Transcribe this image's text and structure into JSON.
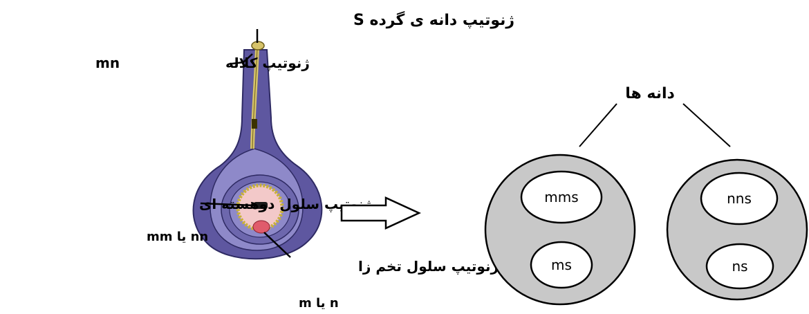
{
  "labels": {
    "pollen_genotype": "ژنوتیپ دانه ی گرده S",
    "stigma_genotype": "ژنوتیپ کلاله",
    "stigma_value": "mn",
    "binucleate_cell_genotype": "ژنوتیپ سلول دوهسته ای",
    "binucleate_cell_value": "mm یا nn",
    "egg_cell_genotype": "ژنوتیپ سلول تخم زا",
    "egg_cell_value": "m یا n",
    "seeds_title": "دانه ها"
  },
  "seeds": [
    {
      "endosperm": "mms",
      "embryo": "ms"
    },
    {
      "endosperm": "nns",
      "embryo": "ns"
    }
  ],
  "colors": {
    "ovary_outer": "#5e57a0",
    "ovary_inner": "#8e89c9",
    "style_tube": "#d6c36a",
    "embryo_sac": "#f3c9c9",
    "seed_fill": "#c8c8c8",
    "line": "#000000"
  }
}
